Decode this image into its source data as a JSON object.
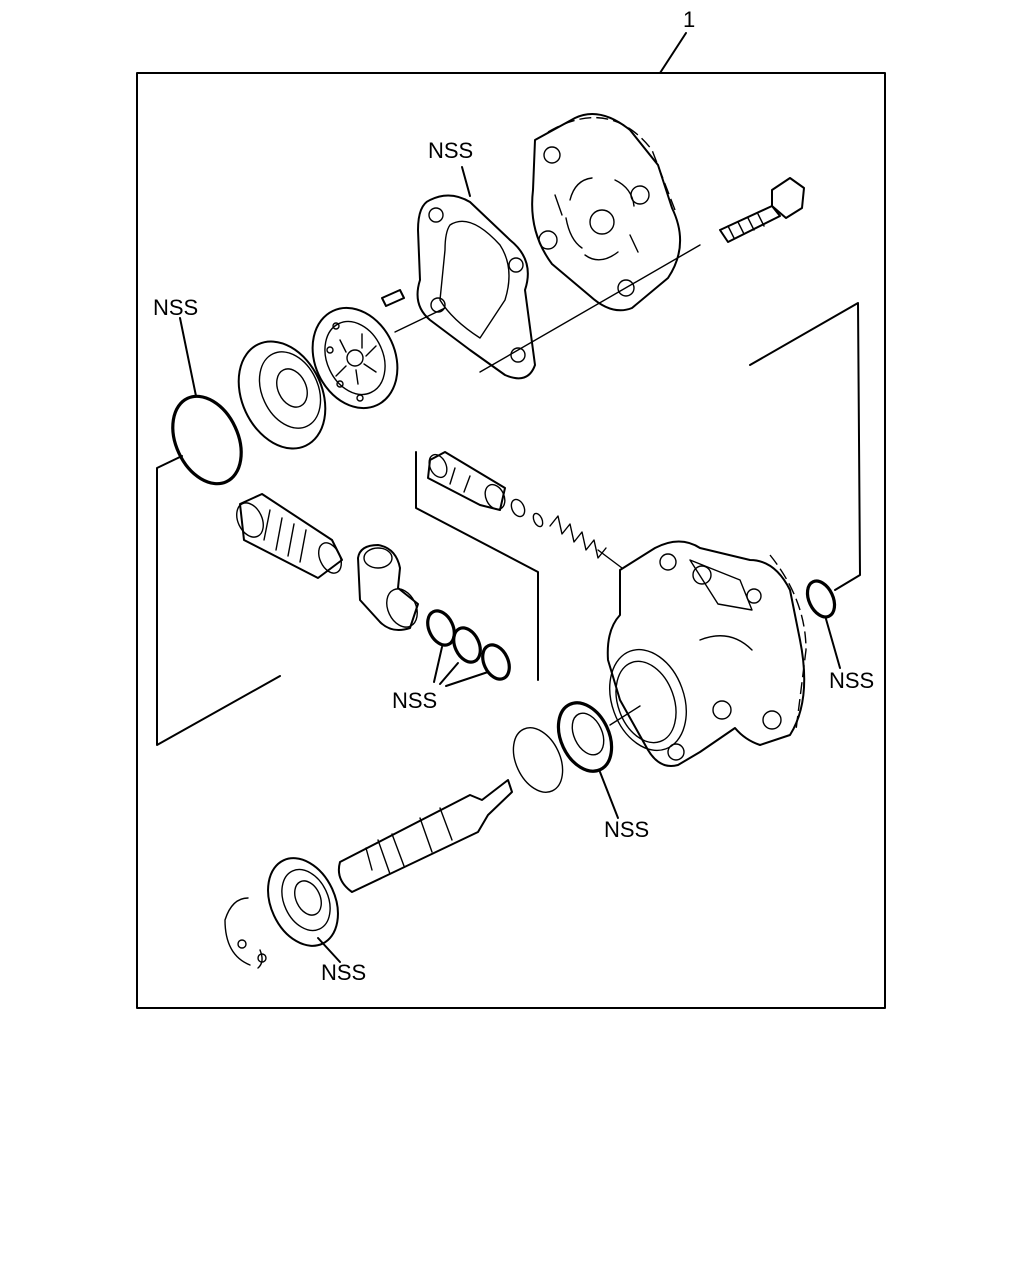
{
  "item_number": "1",
  "callouts": {
    "gasket": "NSS",
    "cover_oring": "NSS",
    "housing_oring": "NSS",
    "valve_orings": "NSS",
    "shaft_seal": "NSS",
    "bearing": "NSS"
  }
}
